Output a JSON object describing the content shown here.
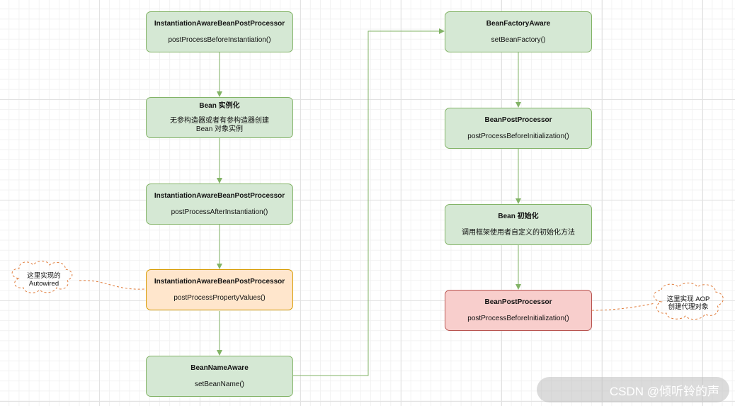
{
  "nodes": {
    "n1": {
      "title": "InstantiationAwareBeanPostProcessor",
      "lines": [
        "postProcessBeforeInstantiation()"
      ]
    },
    "n2": {
      "title": "Bean 实例化",
      "lines": [
        "无参构造器或者有参构造器创建",
        "Bean 对象实例"
      ]
    },
    "n3": {
      "title": "InstantiationAwareBeanPostProcessor",
      "lines": [
        "postProcessAfterInstantiation()"
      ]
    },
    "n4": {
      "title": "InstantiationAwareBeanPostProcessor",
      "lines": [
        "postProcessPropertyValues()"
      ]
    },
    "n5": {
      "title": "BeanNameAware",
      "lines": [
        "setBeanName()"
      ]
    },
    "n6": {
      "title": "BeanFactoryAware",
      "lines": [
        "setBeanFactory()"
      ]
    },
    "n7": {
      "title": "BeanPostProcessor",
      "lines": [
        "postProcessBeforeInitialization()"
      ]
    },
    "n8": {
      "title": "Bean 初始化",
      "lines": [
        "调用框架使用者自定义的初始化方法"
      ]
    },
    "n9": {
      "title": "BeanPostProcessor",
      "lines": [
        "postProcessBeforeInitialization()"
      ]
    }
  },
  "notes": {
    "autowired": {
      "lines": [
        "这里实现的",
        "Autowired"
      ]
    },
    "aop": {
      "lines": [
        "这里实现 AOP",
        "创建代理对象"
      ]
    }
  },
  "colors": {
    "green_fill": "#d5e8d4",
    "green_stroke": "#82b366",
    "orange_fill": "#ffe6cc",
    "orange_stroke": "#d79b00",
    "red_fill": "#f8cecc",
    "red_stroke": "#b85450",
    "note_stroke": "#e07b39"
  },
  "watermark": "CSDN @倾听铃的声"
}
